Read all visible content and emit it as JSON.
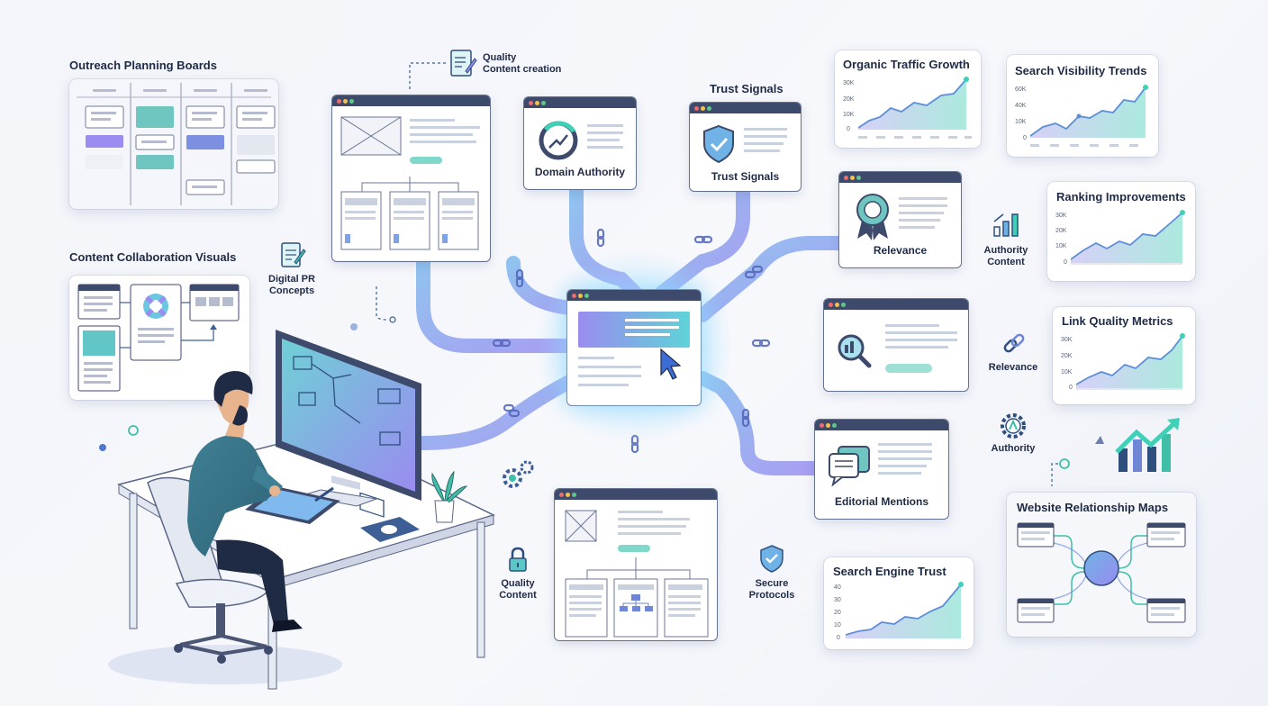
{
  "labels": {
    "outreach": "Outreach Planning Boards",
    "collab": "Content Collaboration Visuals",
    "quality_creation": "Quality\nContent creation",
    "digital_pr": "Digital PR\nConcepts",
    "domain_authority": "Domain Authority",
    "trust_signals_title": "Trust Signals",
    "trust_signals": "Trust Signals",
    "relevance_card": "Relevance",
    "authority_content": "Authority\nContent",
    "relevance_side": "Relevance",
    "authority_side": "Authority",
    "editorial": "Editorial Mentions",
    "quality_content": "Quality\nContent",
    "secure_protocols": "Secure\nProtocols",
    "website_maps": "Website Relationship Maps"
  },
  "charts": {
    "organic": {
      "title": "Organic Traffic Growth",
      "ticks": [
        "30K",
        "20K",
        "10K",
        "0"
      ]
    },
    "visibility": {
      "title": "Search Visibility Trends",
      "ticks": [
        "60K",
        "40K",
        "10K",
        "0"
      ]
    },
    "ranking": {
      "title": "Ranking Improvements",
      "ticks": [
        "30K",
        "20K",
        "10K",
        "0"
      ]
    },
    "linkq": {
      "title": "Link Quality Metrics",
      "ticks": [
        "30K",
        "20K",
        "10K",
        "0"
      ]
    },
    "searchtrust": {
      "title": "Search Engine Trust",
      "ticks": [
        "40",
        "30",
        "20",
        "10",
        "0"
      ]
    }
  },
  "colors": {
    "path": "#8fa6e8",
    "path_dark": "#6f86d6",
    "accent_teal": "#3fd0b8",
    "accent_purple": "#9a8cf0",
    "navy": "#3d4a6b"
  }
}
